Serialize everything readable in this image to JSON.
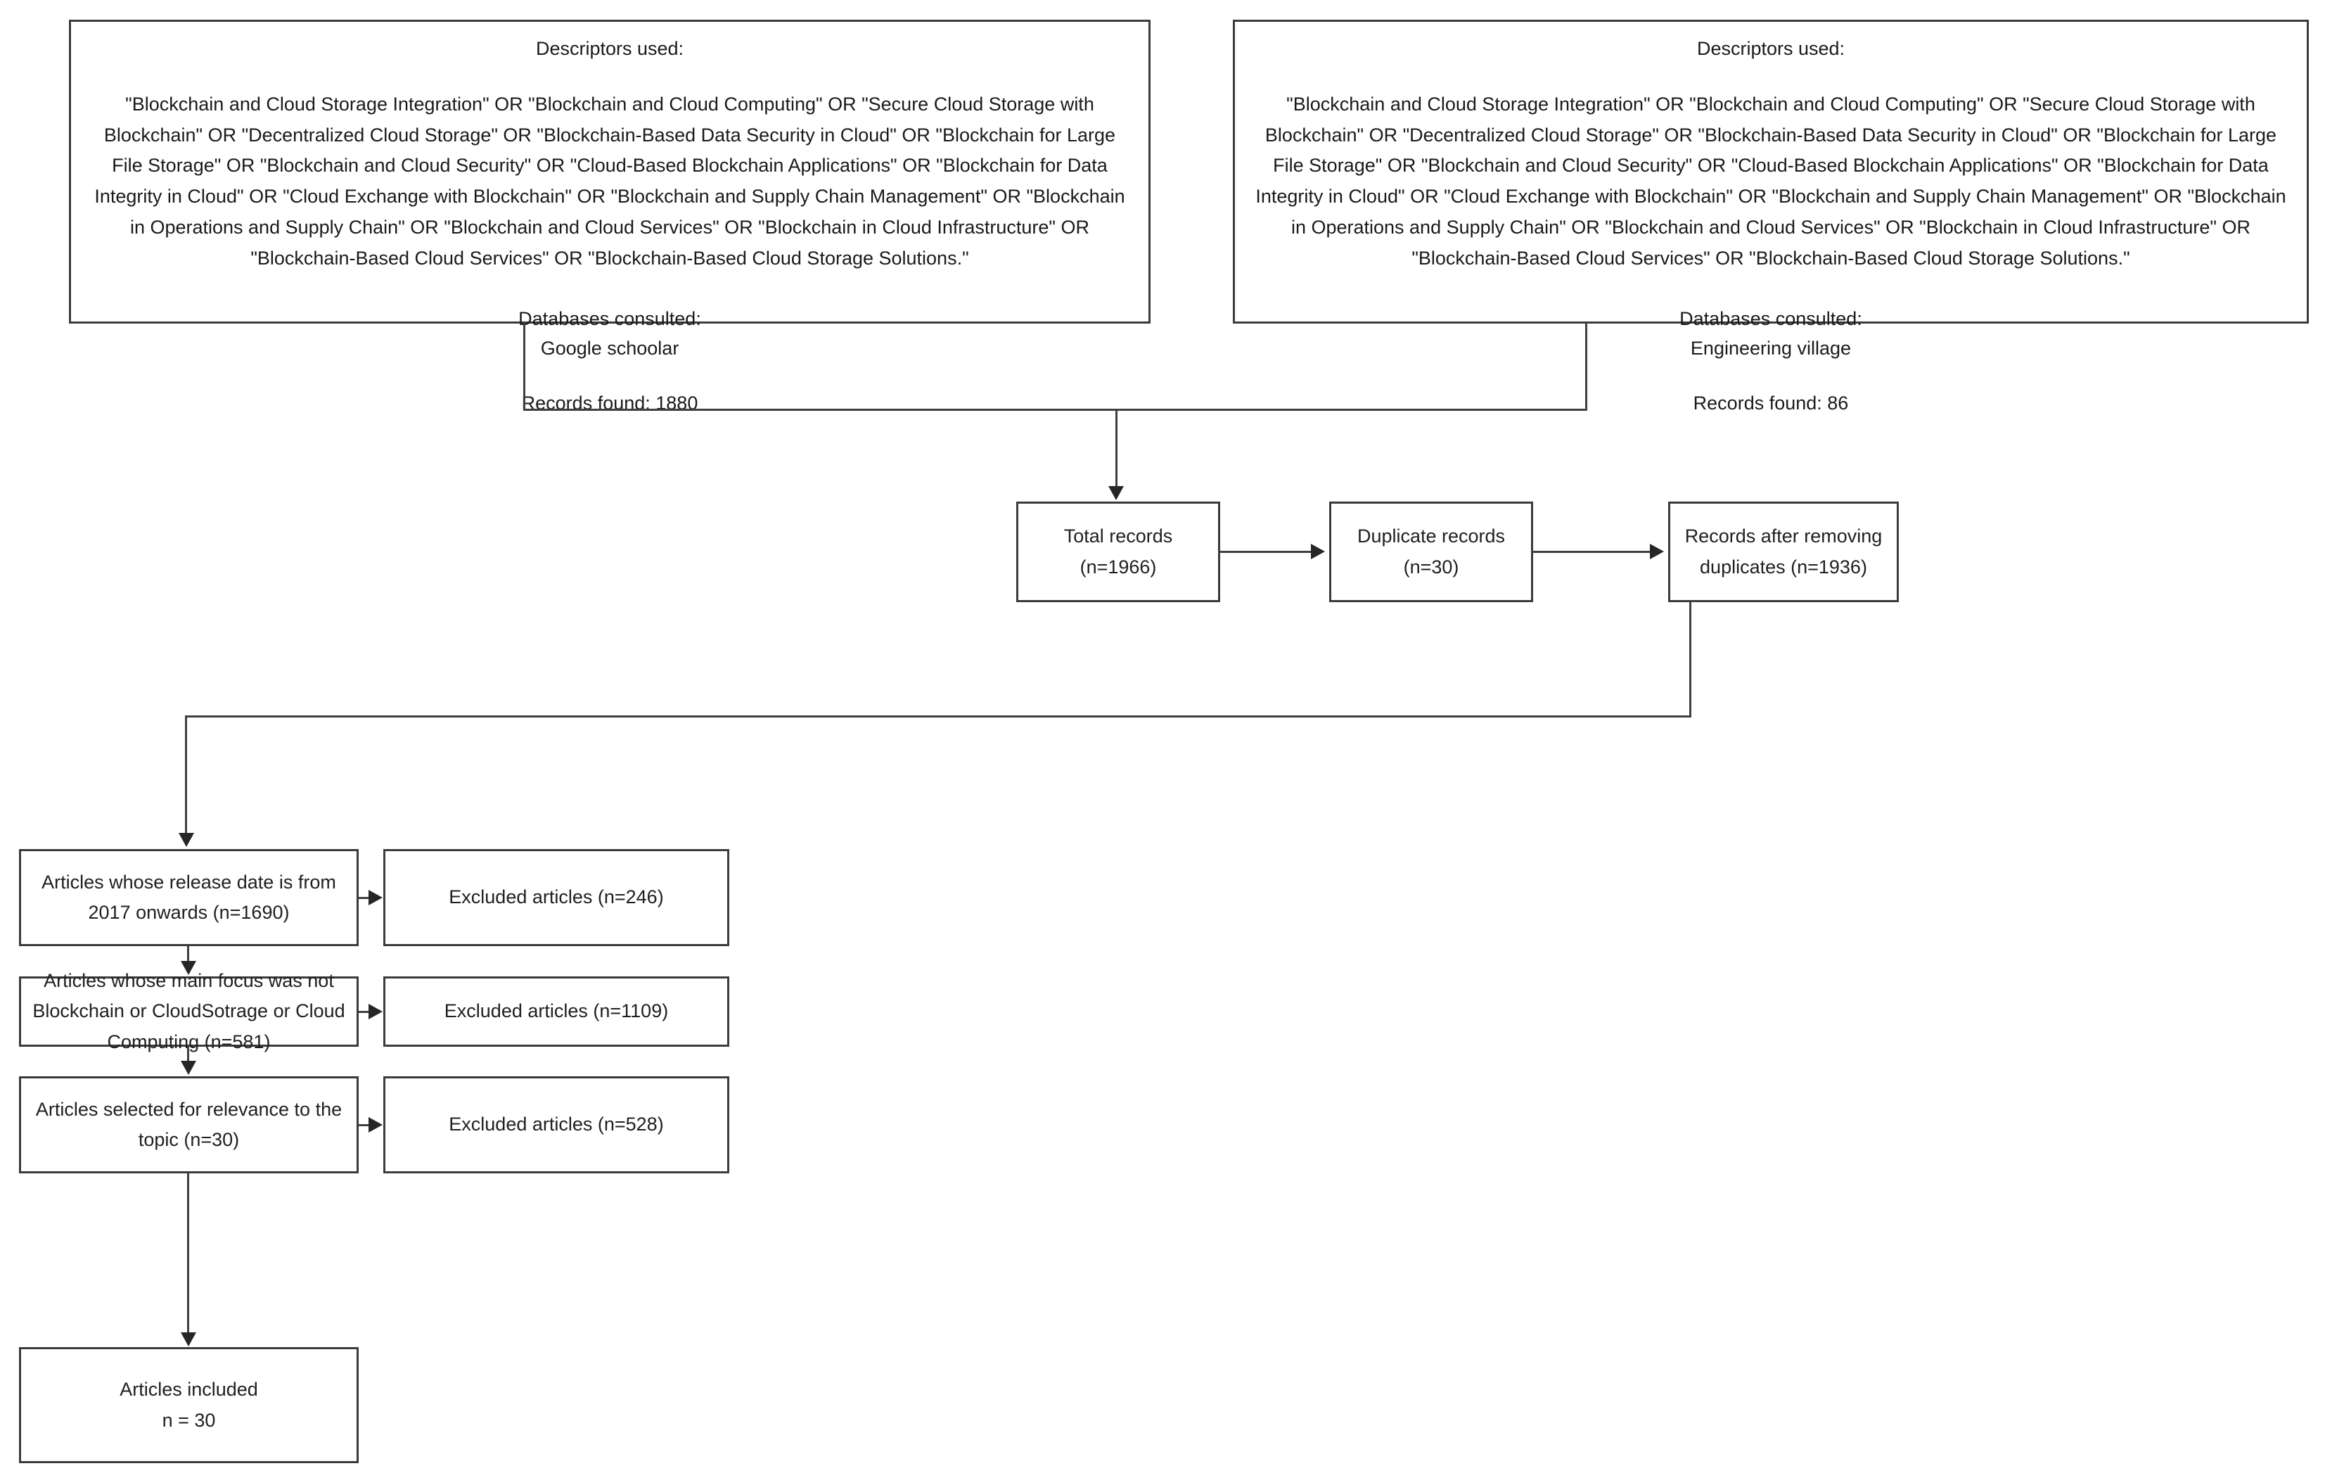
{
  "diagram": {
    "type": "prisma-flow-diagram",
    "title": "",
    "sources": [
      {
        "descriptors_label": "Descriptors used:",
        "descriptors": "\"Blockchain and Cloud Storage Integration\" OR \"Blockchain and Cloud Computing\" OR \"Secure Cloud Storage with Blockchain\" OR \"Decentralized Cloud Storage\" OR \"Blockchain-Based Data Security in Cloud\" OR \"Blockchain for Large File Storage\" OR \"Blockchain and Cloud Security\" OR \"Cloud-Based Blockchain Applications\" OR \"Blockchain for Data Integrity in Cloud\" OR \"Cloud Exchange with Blockchain\" OR \"Blockchain and Supply Chain Management\" OR \"Blockchain in Operations and Supply Chain\" OR \"Blockchain and Cloud Services\" OR \"Blockchain in Cloud Infrastructure\" OR \"Blockchain-Based Cloud Services\" OR \"Blockchain-Based Cloud Storage Solutions.\"",
        "databases_label": "Databases consulted:",
        "database": "Google schoolar",
        "records_found": "Records found: 1880"
      },
      {
        "descriptors_label": "Descriptors used:",
        "descriptors": "\"Blockchain and Cloud Storage Integration\" OR \"Blockchain and Cloud Computing\" OR \"Secure Cloud Storage with Blockchain\" OR \"Decentralized Cloud Storage\" OR \"Blockchain-Based Data Security in Cloud\" OR \"Blockchain for Large File Storage\" OR \"Blockchain and Cloud Security\" OR \"Cloud-Based Blockchain Applications\" OR \"Blockchain for Data Integrity in Cloud\" OR \"Cloud Exchange with Blockchain\" OR \"Blockchain and Supply Chain Management\" OR \"Blockchain in Operations and Supply Chain\" OR \"Blockchain and Cloud Services\" OR \"Blockchain in Cloud Infrastructure\" OR \"Blockchain-Based Cloud Services\" OR \"Blockchain-Based Cloud Storage Solutions.\"",
        "databases_label": "Databases consulted:",
        "database": "Engineering village",
        "records_found": "Records found: 86"
      }
    ],
    "identification": {
      "total_records": "Total records\n(n=1966)",
      "duplicate_records": "Duplicate records\n(n=30)",
      "records_after_duplicates": "Records after removing\nduplicates (n=1936)"
    },
    "screening": [
      {
        "kept": "Articles whose release date is from\n2017 onwards (n=1690)",
        "excluded": "Excluded articles (n=246)"
      },
      {
        "kept": "Articles whose main focus was not\nBlockchain or CloudSotrage or Cloud\nComputing (n=581)",
        "excluded": "Excluded articles (n=1109)"
      },
      {
        "kept": "Articles selected for relevance to the\ntopic (n=30)",
        "excluded": "Excluded articles (n=528)"
      }
    ],
    "included": {
      "label": "Articles included\nn = 30"
    },
    "counts": {
      "google_scholar_records": 1880,
      "engineering_village_records": 86,
      "total_records": 1966,
      "duplicates": 30,
      "after_duplicates": 1936,
      "from_2017_onwards": 1690,
      "excluded_by_date": 246,
      "main_focus_not_relevant_kept": 581,
      "excluded_by_focus": 1109,
      "selected_for_relevance": 30,
      "excluded_by_relevance": 528,
      "included": 30
    },
    "colors": {
      "border": "#3b3b3b",
      "text": "#202020",
      "connector": "#3f3f3f",
      "background": "#ffffff"
    }
  }
}
